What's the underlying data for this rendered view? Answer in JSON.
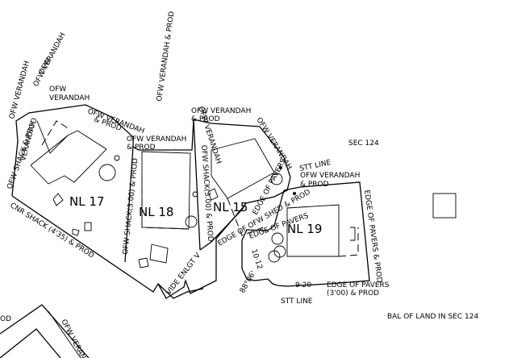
{
  "lots": {
    "nl17": "NL 17",
    "nl18": "NL 18",
    "nl15": "NL 15",
    "nl19": "NL 19"
  },
  "labels": {
    "ofw_verandah": "OFW VERANDAH",
    "ofw_verandah_prod": "OFW VERANDAH & PROD",
    "ofw_verandah_line1": "OFW VERANDAH",
    "prod_line2": "& PROD",
    "ofw": "OFW",
    "verandah": "VERANDAH",
    "ofw_shack_prod": "OFW SHACK & PROD",
    "cnr_shack": "CNR SHACK (4'35) & PROD",
    "ofw_shack_300": "OFW SHACK(3.00) & PROD",
    "ofw_shack_3007": "OFW SHACK(3.00) & PROD",
    "prod": "& PROD",
    "vide": "VIDE ENLGT V",
    "edge_of_ofw_shed": "EDGE OF OFW SHED & PROD",
    "edge_of_pavers": "EDGE OF PAVERS",
    "edge_of_pavers_prod": "EDGE OF PAVERS & PROD",
    "edge_of_pavers_300": "EDGE OF PAVERS",
    "edge_300_prod": "(3'00) & PROD",
    "stt_line": "STT LINE",
    "stt_line2": "STT LINE",
    "sec124": "SEC 124",
    "bal_of_land": "BAL OF LAND IN SEC 124",
    "dim_1012": "10·12",
    "dim_920": "9·20",
    "angle": "88°06'",
    "corner_od": "OD",
    "corner_verandah": "OFW VERANDA"
  }
}
